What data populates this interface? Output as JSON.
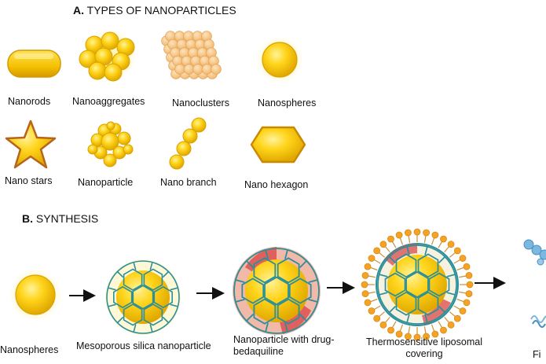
{
  "section_a": {
    "letter": "A.",
    "title": "TYPES OF NANOPARTICLES",
    "items": [
      {
        "label": "Nanorods"
      },
      {
        "label": "Nanoaggregates"
      },
      {
        "label": "Nanoclusters"
      },
      {
        "label": "Nanospheres"
      },
      {
        "label": "Nano stars"
      },
      {
        "label": "Nanoparticle"
      },
      {
        "label": "Nano branch"
      },
      {
        "label": "Nano hexagon"
      }
    ]
  },
  "section_b": {
    "letter": "B.",
    "title": "SYNTHESIS",
    "steps": [
      {
        "label": "Nanospheres"
      },
      {
        "label": "Mesoporous silica nanoparticle"
      },
      {
        "label_line1": "Nanoparticle with drug-",
        "label_line2": "bedaquiline"
      },
      {
        "label_line1": "Thermosensitive liposomal",
        "label_line2": "covering"
      },
      {
        "label": "Fi"
      }
    ]
  },
  "colors": {
    "gold_light": "#ffe45a",
    "gold": "#f7c600",
    "gold_dark": "#d9a300",
    "glow": "#fff3b0",
    "orange": "#f4a622",
    "star_stroke": "#b5651d",
    "hex_stroke": "#c98a00",
    "cluster": "#f8c98a",
    "teal": "#2b8f9a",
    "drug_red": "#d94a4a",
    "lipid_head": "#f4a324",
    "blue_bead": "#7ab8e0"
  }
}
